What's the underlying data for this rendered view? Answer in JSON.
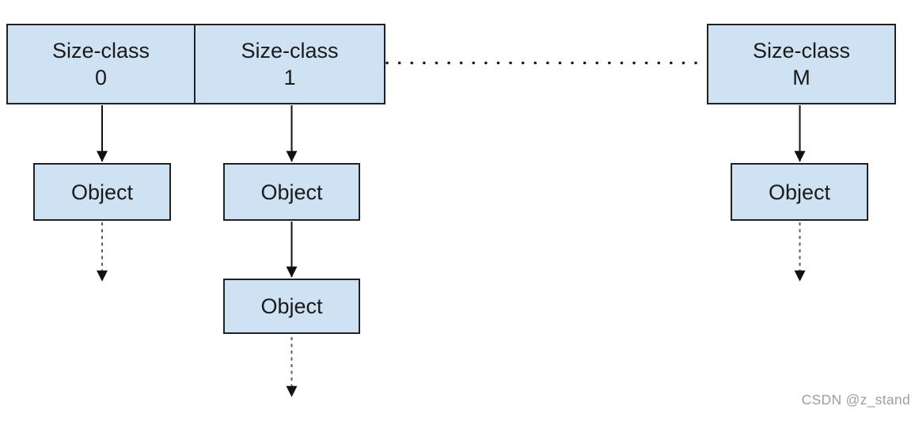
{
  "palette": {
    "background": "#ffffff",
    "box_fill": "#cfe2f3",
    "box_border": "#212121",
    "text_color": "#1a1a1a",
    "solid_arrow": "#111111",
    "dashed_arrow": "#5f5f5f",
    "dotted_line": "#1c1c1c",
    "watermark_color": "#9e9e9e"
  },
  "columns": [
    {
      "size_class": {
        "label": "Size-class",
        "index": "0"
      },
      "objects": [
        "Object"
      ]
    },
    {
      "size_class": {
        "label": "Size-class",
        "index": "1"
      },
      "objects": [
        "Object",
        "Object"
      ]
    },
    {
      "size_class": {
        "label": "Size-class",
        "index": "M"
      },
      "objects": [
        "Object"
      ]
    }
  ],
  "watermark": {
    "text": "CSDN @z_stand"
  }
}
